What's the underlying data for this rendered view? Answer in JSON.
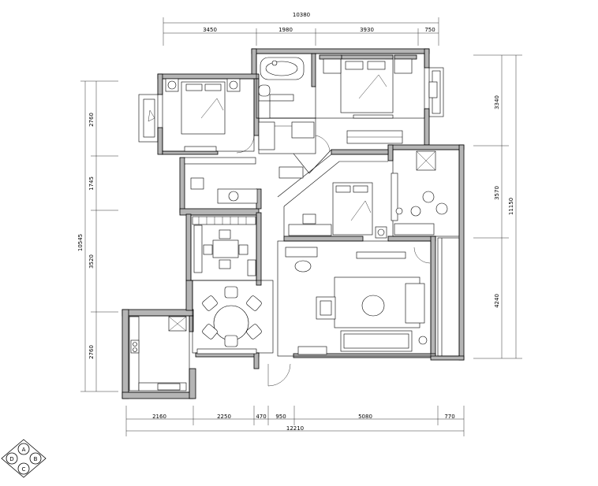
{
  "dimensions": {
    "top_total": "10380",
    "top_segments": [
      "3450",
      "1980",
      "3930",
      "750"
    ],
    "bottom_total": "12210",
    "bottom_segments": [
      "2160",
      "2250",
      "470",
      "950",
      "5080",
      "770"
    ],
    "left_total": "10545",
    "left_segments": [
      "2760",
      "1745",
      "3520",
      "2760"
    ],
    "right_total": "11150",
    "right_segments": [
      "3340",
      "3570",
      "4240"
    ]
  },
  "compass": {
    "labels": [
      "A",
      "B",
      "C",
      "D"
    ]
  }
}
